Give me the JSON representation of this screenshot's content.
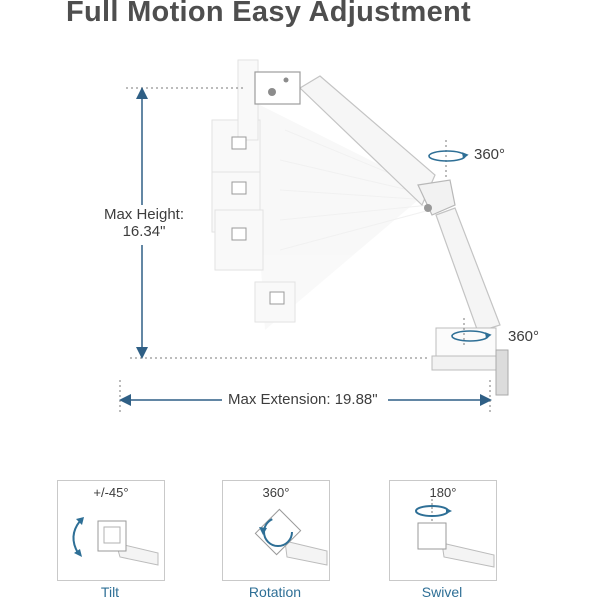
{
  "title": "Full Motion Easy Adjustment",
  "main_diagram": {
    "height_label_line1": "Max Height:",
    "height_label_line2": "16.34\"",
    "extension_label": "Max Extension: 19.88\"",
    "upper_rotation_label": "360°",
    "lower_rotation_label": "360°"
  },
  "panels": [
    {
      "angle": "+/-45°",
      "caption": "Tilt"
    },
    {
      "angle": "360°",
      "caption": "Rotation"
    },
    {
      "angle": "180°",
      "caption": "Swivel"
    }
  ],
  "colors": {
    "accent_blue": "#2e6f96",
    "dimension_line": "#2f5f85",
    "title": "#4e4e4e"
  }
}
